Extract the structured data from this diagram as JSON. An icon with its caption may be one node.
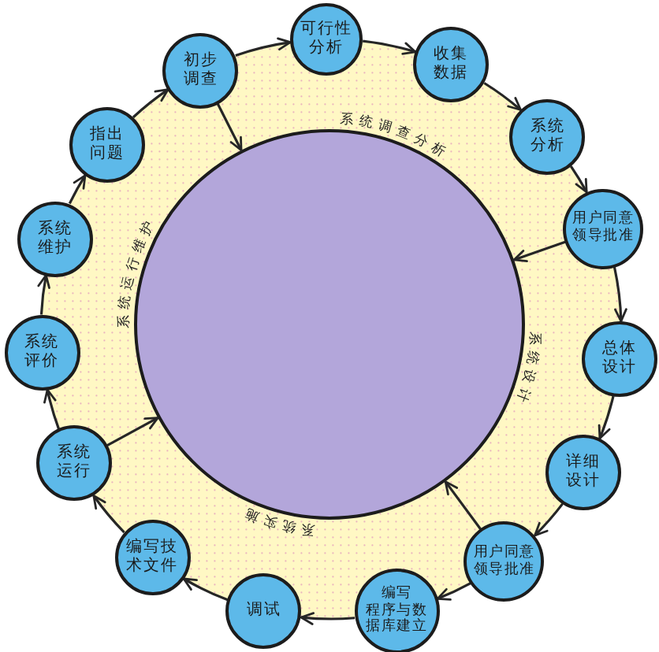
{
  "diagram": {
    "nodes": [
      {
        "text": [
          "指出问题"
        ]
      },
      {
        "text": [
          "初步调查"
        ]
      },
      {
        "text": [
          "可行性分析"
        ]
      },
      {
        "text": [
          "收集数据"
        ]
      },
      {
        "text": [
          "系统分析"
        ]
      },
      {
        "text": [
          "用户同意领导批准"
        ]
      },
      {
        "text": [
          "总体设计"
        ]
      },
      {
        "text": [
          "详细设计"
        ]
      },
      {
        "text": [
          "用户同意领导批准"
        ]
      },
      {
        "text": [
          "编写程序与数据库建立"
        ]
      },
      {
        "text": [
          "调试"
        ]
      },
      {
        "text": [
          "编写技术文件"
        ]
      },
      {
        "text": [
          "系统运行"
        ]
      },
      {
        "text": [
          "系统评价"
        ]
      },
      {
        "text": [
          "系统维护"
        ]
      },
      {
        "text": [],
        "shape": "circle"
      }
    ],
    "edges": [
      {
        "from": 0,
        "to": 1,
        "arrow": "to"
      },
      {
        "from": 1,
        "to": 2,
        "arrow": "to"
      },
      {
        "from": 2,
        "to": 3,
        "arrow": "to"
      },
      {
        "from": 3,
        "to": 4,
        "arrow": "to"
      },
      {
        "from": 4,
        "to": 5,
        "arrow": "to"
      },
      {
        "from": 5,
        "to": 6,
        "arrow": "to"
      },
      {
        "from": 6,
        "to": 7,
        "arrow": "to"
      },
      {
        "from": 7,
        "to": 8,
        "arrow": "to"
      },
      {
        "from": 8,
        "to": 9,
        "arrow": "to"
      },
      {
        "from": 9,
        "to": 10,
        "arrow": "to"
      },
      {
        "from": 10,
        "to": 11,
        "arrow": "to"
      },
      {
        "from": 11,
        "to": 12,
        "arrow": "to"
      },
      {
        "from": 12,
        "to": 13,
        "arrow": "to"
      },
      {
        "from": 13,
        "to": 14,
        "arrow": "to"
      },
      {
        "from": 14,
        "to": 0,
        "arrow": "to"
      },
      {
        "from": 1,
        "to": 15,
        "arrow": "to"
      },
      {
        "from": 5,
        "to": 15,
        "arrow": "to"
      },
      {
        "from": 8,
        "to": 15,
        "arrow": "to"
      },
      {
        "from": 12,
        "to": 15,
        "arrow": "to"
      }
    ],
    "labels": [
      "系统调查分析",
      "系统设计",
      "系统实施",
      "系统运行维护"
    ]
  }
}
